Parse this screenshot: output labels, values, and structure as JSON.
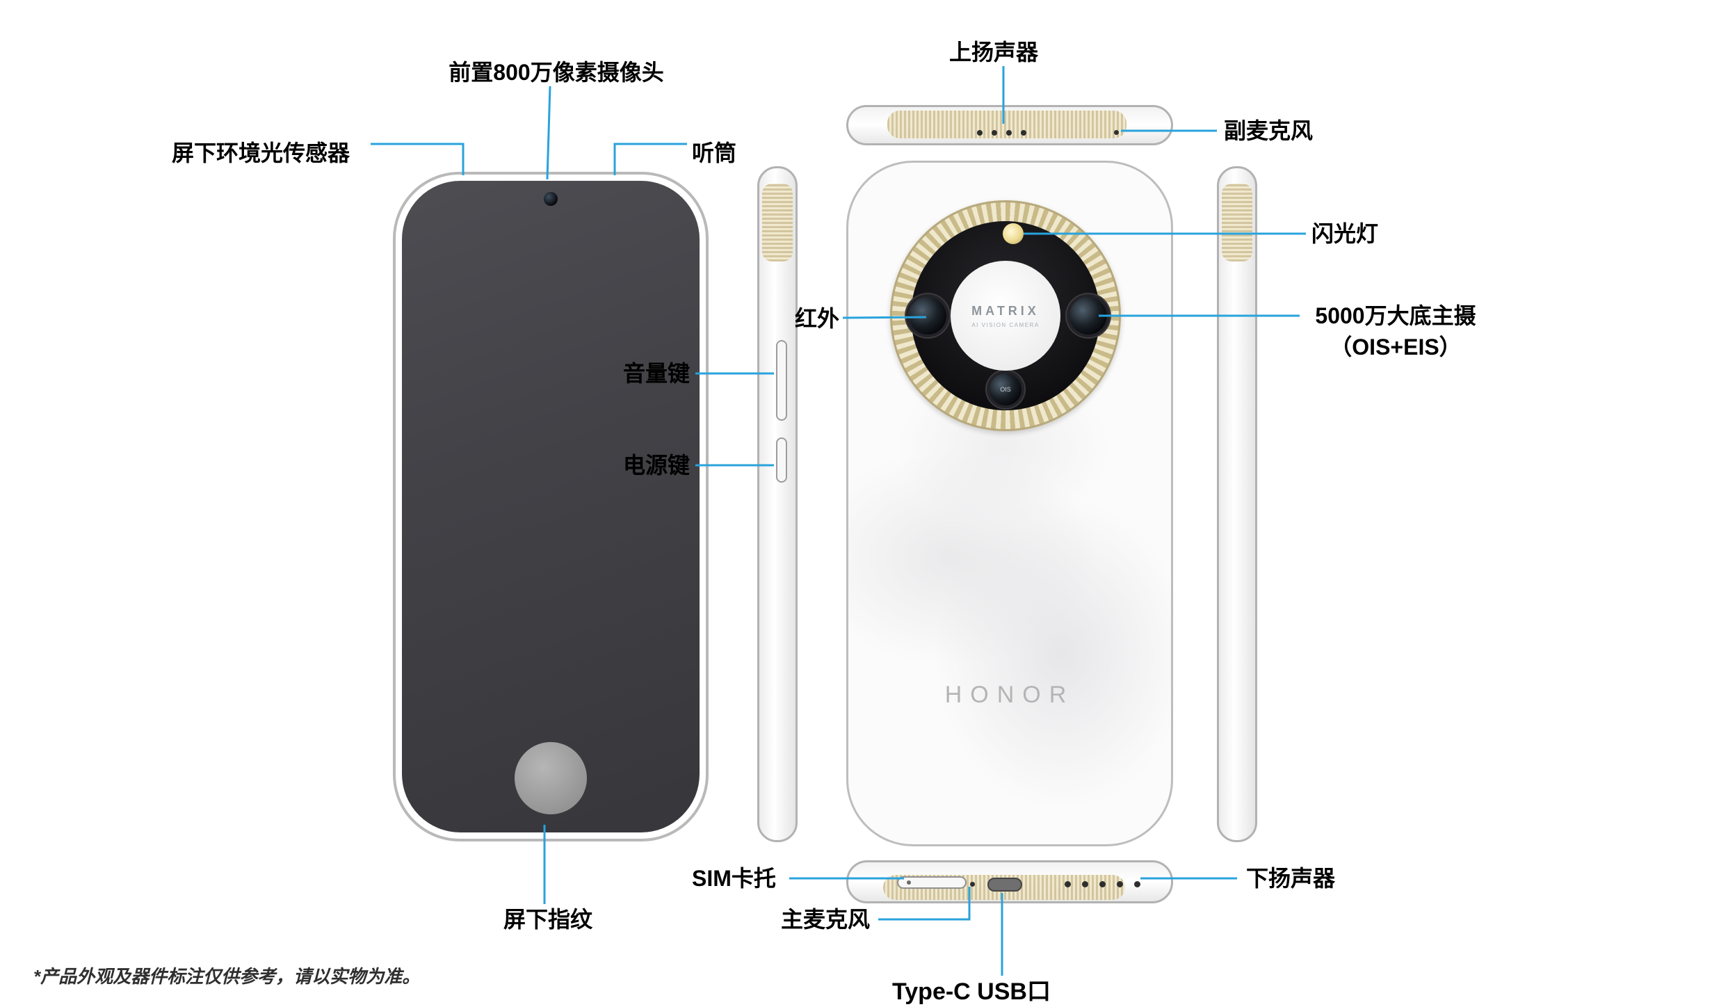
{
  "colors": {
    "callout": "#29a3dc"
  },
  "labels": {
    "front_camera": "前置800万像素摄像头",
    "ambient_light_sensor": "屏下环境光传感器",
    "earpiece": "听筒",
    "top_speaker": "上扬声器",
    "secondary_mic": "副麦克风",
    "flash": "闪光灯",
    "infrared": "红外",
    "main_camera_line1": "5000万大底主摄",
    "main_camera_line2": "（OIS+EIS）",
    "volume_key": "音量键",
    "power_key": "电源键",
    "sim_tray": "SIM卡托",
    "main_mic": "主麦克风",
    "usb_port": "Type-C USB口",
    "bottom_speaker": "下扬声器",
    "fingerprint": "屏下指纹"
  },
  "back": {
    "brand": "HONOR",
    "camera_ring_title": "MATRIX",
    "camera_ring_subtitle": "AI VISION CAMERA",
    "lens_badge": "OIS"
  },
  "footnote": "*产品外观及器件标注仅供参考，请以实物为准。"
}
